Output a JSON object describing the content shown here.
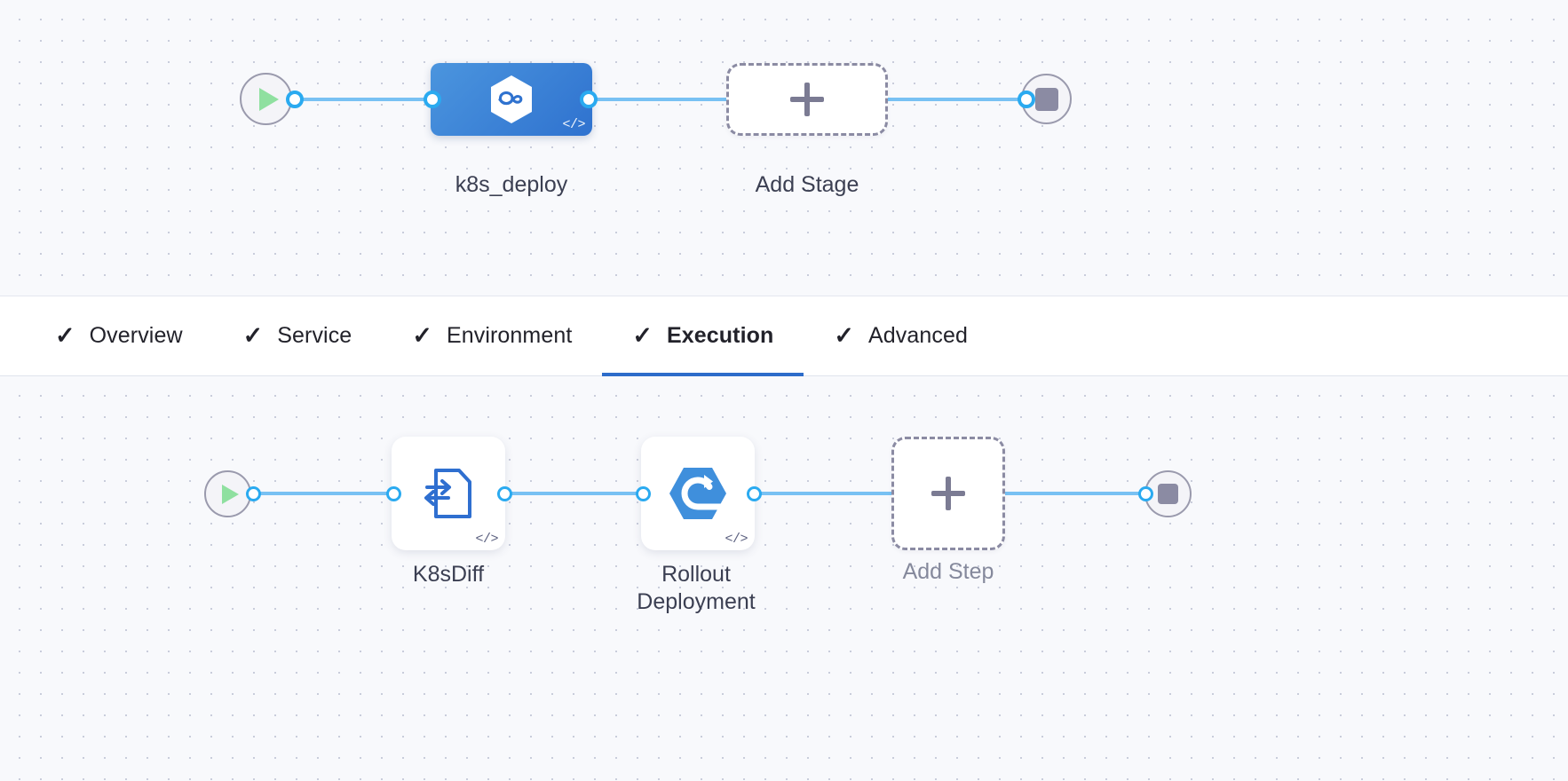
{
  "colors": {
    "canvas_bg": "#f8f9fc",
    "grid_dot": "#c9cddb",
    "wire": "#78c1f3",
    "port_ring": "#2aaaf0",
    "stage_blue_from": "#4b95de",
    "stage_blue_to": "#2f72cf",
    "accent_underline": "#2d6cca",
    "icon_blue": "#3a7fd5",
    "rollout_blue": "#3f8fdc",
    "play_green": "#8fe0a0",
    "stop_grey": "#8b8ba3",
    "dashed_border": "#8b8ba3",
    "label_text": "#3b3f52",
    "label_muted": "#85899c"
  },
  "stage_graph": {
    "start_node": {
      "name": "pipeline-start",
      "icon": "play-icon"
    },
    "end_node": {
      "name": "pipeline-end",
      "icon": "stop-icon"
    },
    "stages": [
      {
        "label": "k8s_deploy",
        "icon": "harness-hexagon-icon",
        "badge": "</>",
        "selected": true
      }
    ],
    "add_stage": {
      "label": "Add Stage",
      "icon": "plus-icon"
    }
  },
  "tabs": [
    {
      "label": "Overview",
      "check": "✓",
      "active": false
    },
    {
      "label": "Service",
      "check": "✓",
      "active": false
    },
    {
      "label": "Environment",
      "check": "✓",
      "active": false
    },
    {
      "label": "Execution",
      "check": "✓",
      "active": true
    },
    {
      "label": "Advanced",
      "check": "✓",
      "active": false
    }
  ],
  "step_graph": {
    "start_node": {
      "name": "execution-start",
      "icon": "play-icon"
    },
    "end_node": {
      "name": "execution-end",
      "icon": "stop-icon"
    },
    "steps": [
      {
        "label": "K8sDiff",
        "icon": "file-diff-icon",
        "badge": "</>"
      },
      {
        "label": "Rollout Deployment",
        "icon": "rollout-hexagon-icon",
        "badge": "</>"
      }
    ],
    "add_step": {
      "label": "Add Step",
      "icon": "plus-icon"
    }
  }
}
